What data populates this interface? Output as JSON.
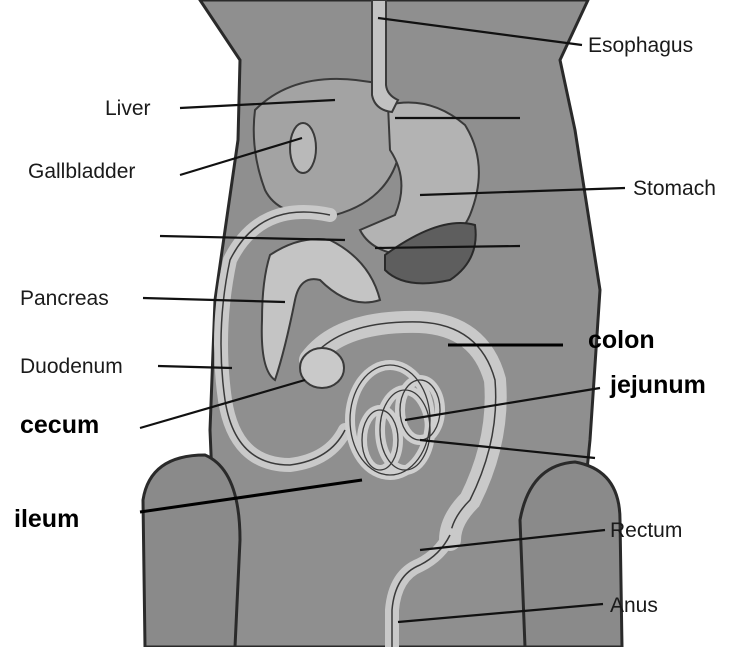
{
  "labels": {
    "esophagus": "Esophagus",
    "liver": "Liver",
    "gallbladder": "Gallbladder",
    "stomach": "Stomach",
    "pancreas": "Pancreas",
    "duodenum": "Duodenum",
    "colon": "colon",
    "jejunum": "jejunum",
    "cecum": "cecum",
    "ileum": "ileum",
    "rectum": "Rectum",
    "anus": "Anus"
  },
  "colors": {
    "body": "#8f8f8f",
    "body_outline": "#2a2a2a",
    "organ_light": "#b9b9b9",
    "organ_mid": "#a3a3a3",
    "organ_dark": "#5e5e5e",
    "intestine": "#c9c9c9"
  }
}
